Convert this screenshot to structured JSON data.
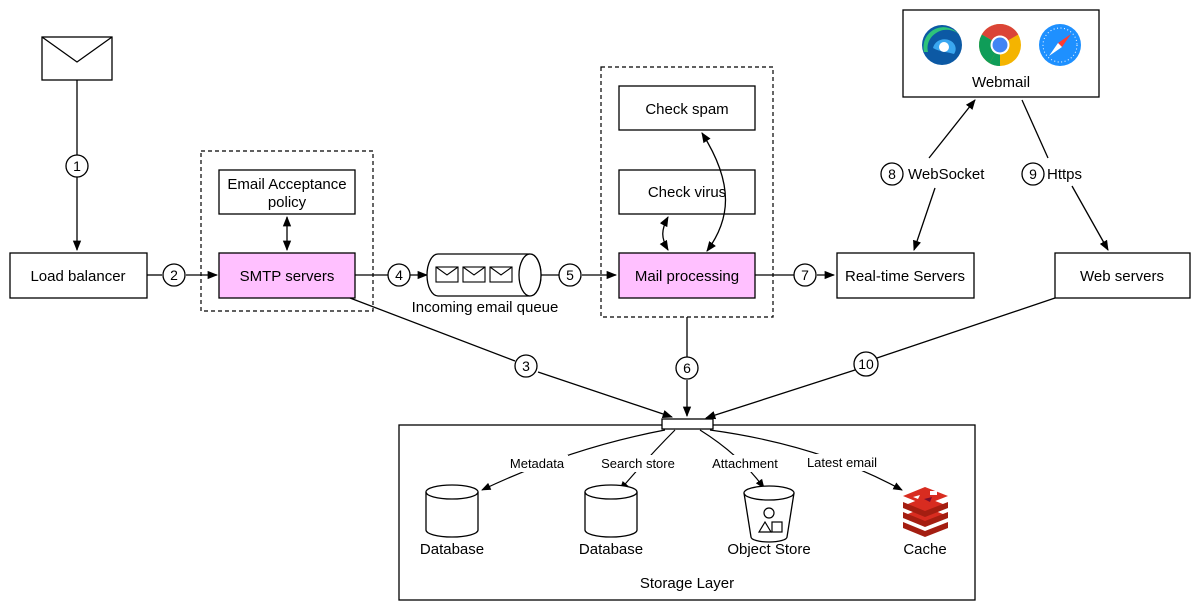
{
  "components": {
    "load_balancer": "Load balancer",
    "smtp_servers": "SMTP servers",
    "acceptance_policy_line1": "Email Acceptance",
    "acceptance_policy_line2": "policy",
    "incoming_queue": "Incoming email queue",
    "check_spam": "Check spam",
    "check_virus": "Check virus",
    "mail_processing": "Mail processing",
    "realtime_servers": "Real-time Servers",
    "web_servers": "Web servers",
    "webmail": "Webmail",
    "storage_layer": "Storage Layer"
  },
  "steps": {
    "s1": "1",
    "s2": "2",
    "s3": "3",
    "s4": "4",
    "s5": "5",
    "s6": "6",
    "s7": "7",
    "s8": "8",
    "s9": "9",
    "s10": "10"
  },
  "connection_labels": {
    "websocket": "WebSocket",
    "https": "Https"
  },
  "storage": {
    "metadata": "Metadata",
    "search_store": "Search store",
    "attachment": "Attachment",
    "latest_email": "Latest email",
    "database_1": "Database",
    "database_2": "Database",
    "object_store": "Object Store",
    "cache": "Cache"
  },
  "colors": {
    "highlight": "#FFC0FF",
    "stroke": "#000000",
    "edge_icon": "#0078D4",
    "chrome_red": "#DB4437",
    "chrome_yellow": "#F4B400",
    "chrome_green": "#0F9D58",
    "chrome_blue": "#4285F4",
    "safari_blue": "#1E90FF",
    "redis_red": "#D82C20"
  },
  "icons": [
    "envelope-icon",
    "edge-browser-icon",
    "chrome-browser-icon",
    "safari-browser-icon",
    "redis-cache-icon",
    "database-icon",
    "object-store-icon"
  ]
}
